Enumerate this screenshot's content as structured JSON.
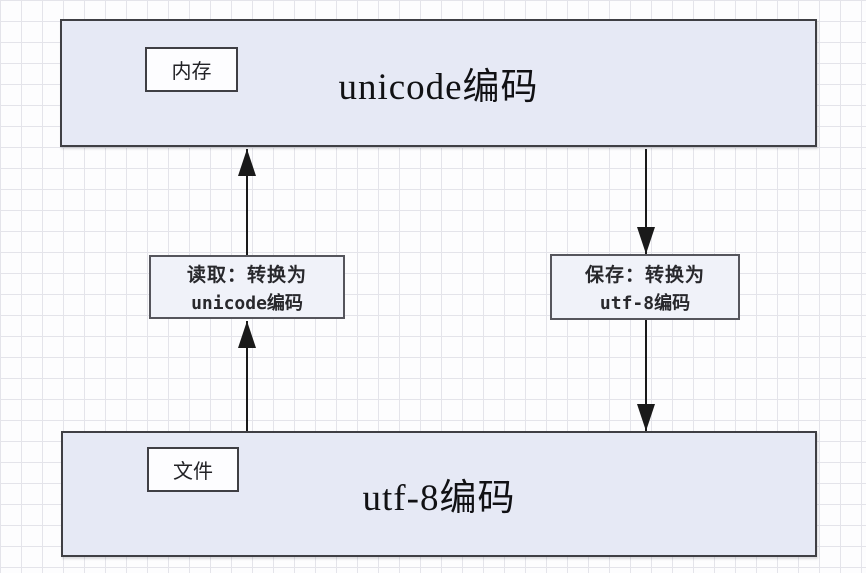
{
  "diagram": {
    "memory_box": {
      "tag": "内存",
      "text": "unicode编码"
    },
    "file_box": {
      "tag": "文件",
      "text": "utf-8编码"
    },
    "read_flow": {
      "line1": "读取：转换为",
      "line2": "unicode编码",
      "direction": "up",
      "from": "文件",
      "to": "内存"
    },
    "save_flow": {
      "line1": "保存：转换为",
      "line2": "utf-8编码",
      "direction": "down",
      "from": "内存",
      "to": "文件"
    },
    "colors": {
      "box_fill": "#e6e9f5",
      "box_border": "#3f3f44",
      "label_fill": "#f0f2f9",
      "tag_fill": "#fdfdff",
      "arrow": "#1a1a1a",
      "grid_line": "#e4e4ea",
      "background": "#fdfdfe"
    }
  }
}
